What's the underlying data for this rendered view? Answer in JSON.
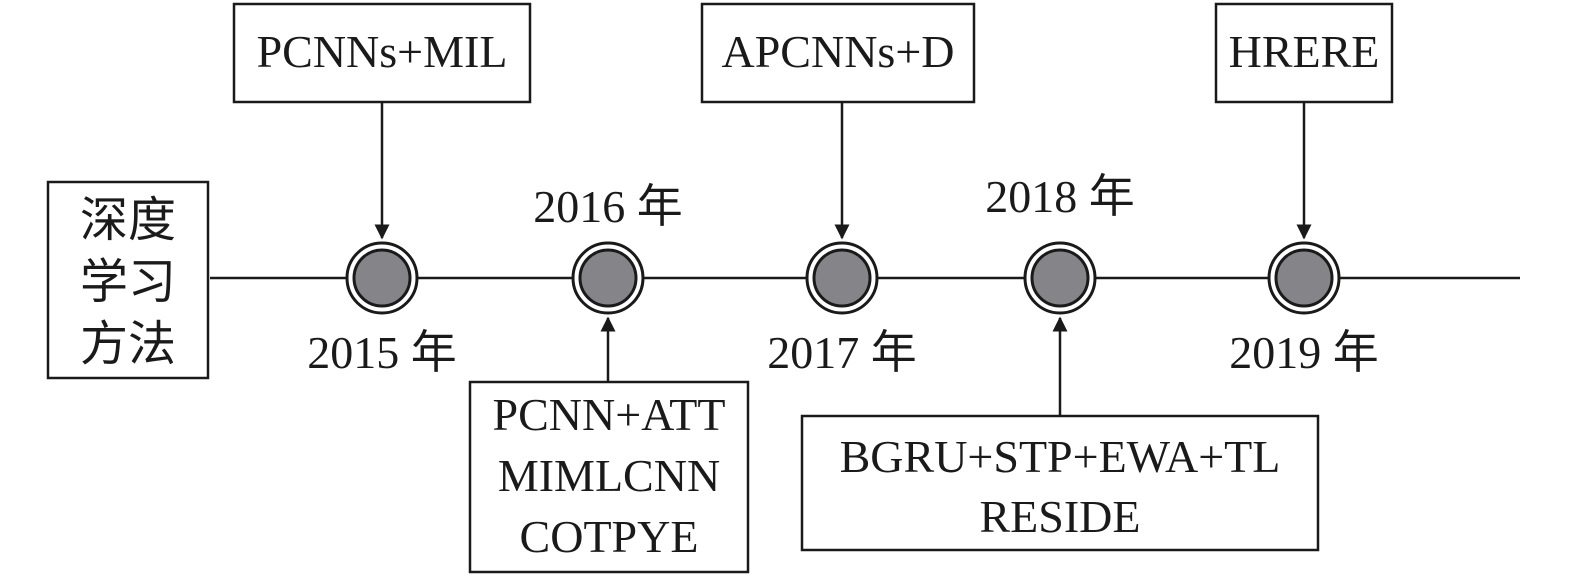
{
  "title_box": {
    "lines": [
      "深度",
      "学习",
      "方法"
    ]
  },
  "years": [
    "2015 年",
    "2016 年",
    "2017 年",
    "2018 年",
    "2019 年"
  ],
  "models": {
    "y2015": [
      "PCNNs+MIL"
    ],
    "y2016": [
      "PCNN+ATT",
      "MIMLCNN",
      "COTPYE"
    ],
    "y2017": [
      "APCNNs+D"
    ],
    "y2018": [
      "BGRU+STP+EWA+TL",
      "RESIDE"
    ],
    "y2019": [
      "HRERE"
    ]
  },
  "colors": {
    "node_fill": "#858589",
    "stroke": "#1a1a1a"
  }
}
